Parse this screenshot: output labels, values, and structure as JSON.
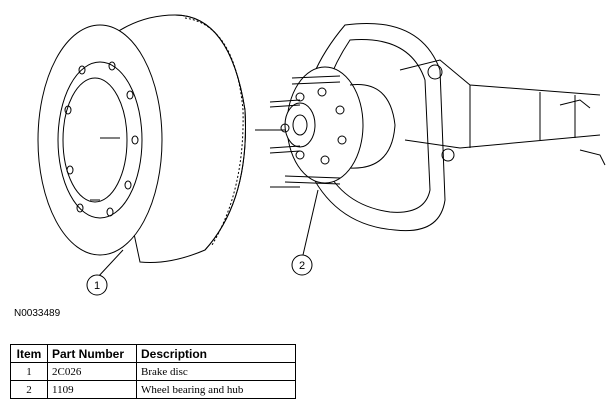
{
  "figure": {
    "id_label": "N0033489",
    "callouts": [
      "1",
      "2"
    ]
  },
  "table": {
    "headers": [
      "Item",
      "Part Number",
      "Description"
    ],
    "rows": [
      {
        "item": "1",
        "part_number": "2C026",
        "description": "Brake disc"
      },
      {
        "item": "2",
        "part_number": "1109",
        "description": "Wheel bearing and hub"
      }
    ]
  },
  "colors": {
    "line": "#000000",
    "background": "#ffffff",
    "hatch": "#555555"
  }
}
